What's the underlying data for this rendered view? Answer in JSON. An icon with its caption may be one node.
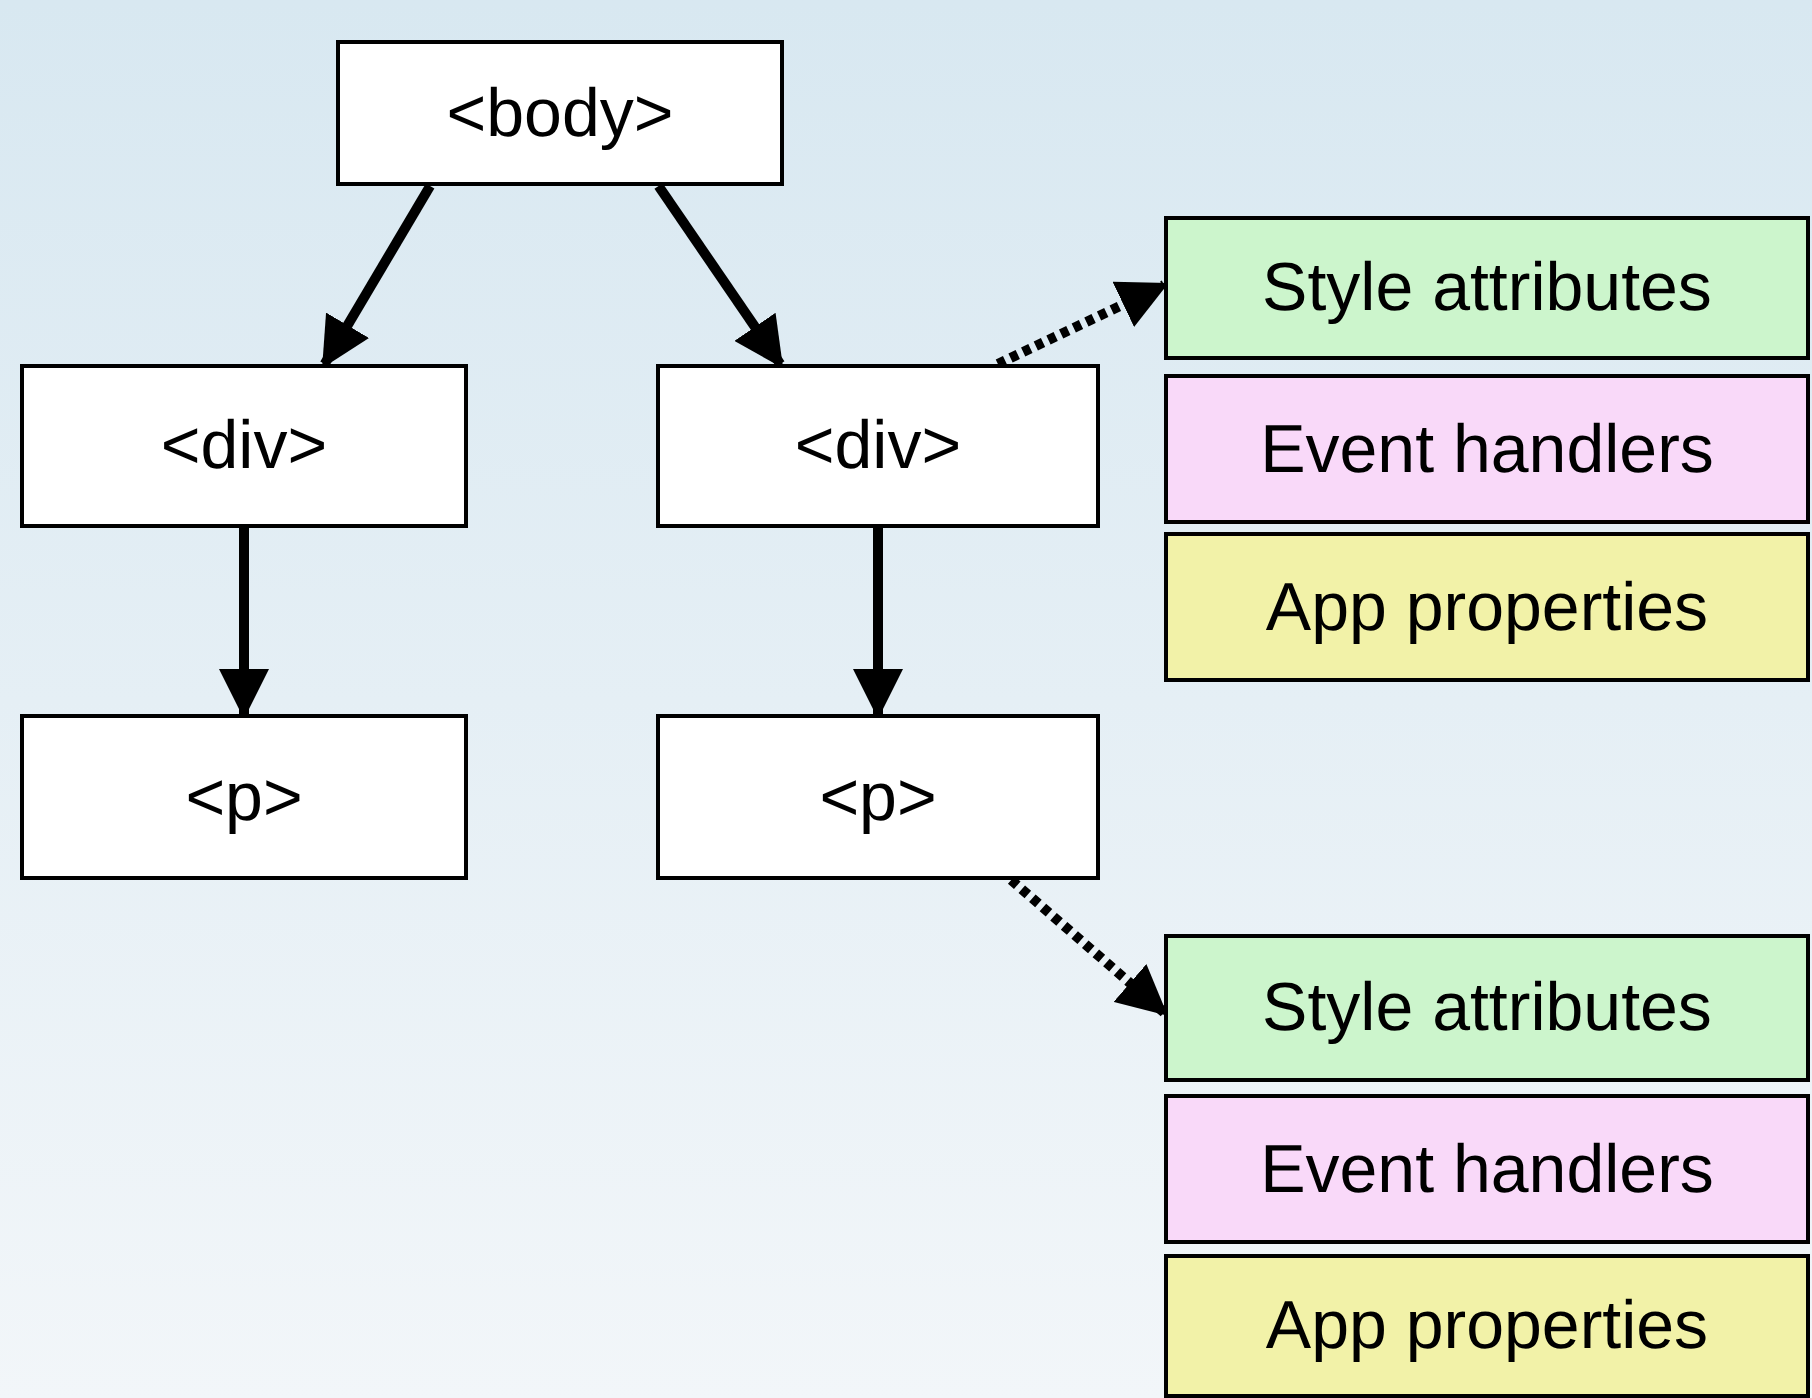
{
  "diagram": {
    "nodes": [
      {
        "text": [
          "<body>"
        ]
      },
      {
        "text": [
          "<div>"
        ]
      },
      {
        "text": [
          "<div>"
        ]
      },
      {
        "text": [
          "<p>"
        ]
      },
      {
        "text": [
          "<p>"
        ]
      },
      {
        "text": [
          "Style attributes"
        ]
      },
      {
        "text": [
          "Event handlers"
        ]
      },
      {
        "text": [
          "App properties"
        ]
      },
      {
        "text": [
          "Style attributes"
        ]
      },
      {
        "text": [
          "Event handlers"
        ]
      },
      {
        "text": [
          "App properties"
        ]
      }
    ],
    "edges": [
      {
        "from": 0,
        "to": 1,
        "arrow": "to"
      },
      {
        "from": 0,
        "to": 2,
        "arrow": "to"
      },
      {
        "from": 1,
        "to": 3,
        "arrow": "to"
      },
      {
        "from": 2,
        "to": 4,
        "arrow": "to"
      },
      {
        "from": 2,
        "to": 5,
        "arrow": "to",
        "style": "dashed"
      },
      {
        "from": 4,
        "to": 8,
        "arrow": "to",
        "style": "dashed"
      }
    ]
  }
}
